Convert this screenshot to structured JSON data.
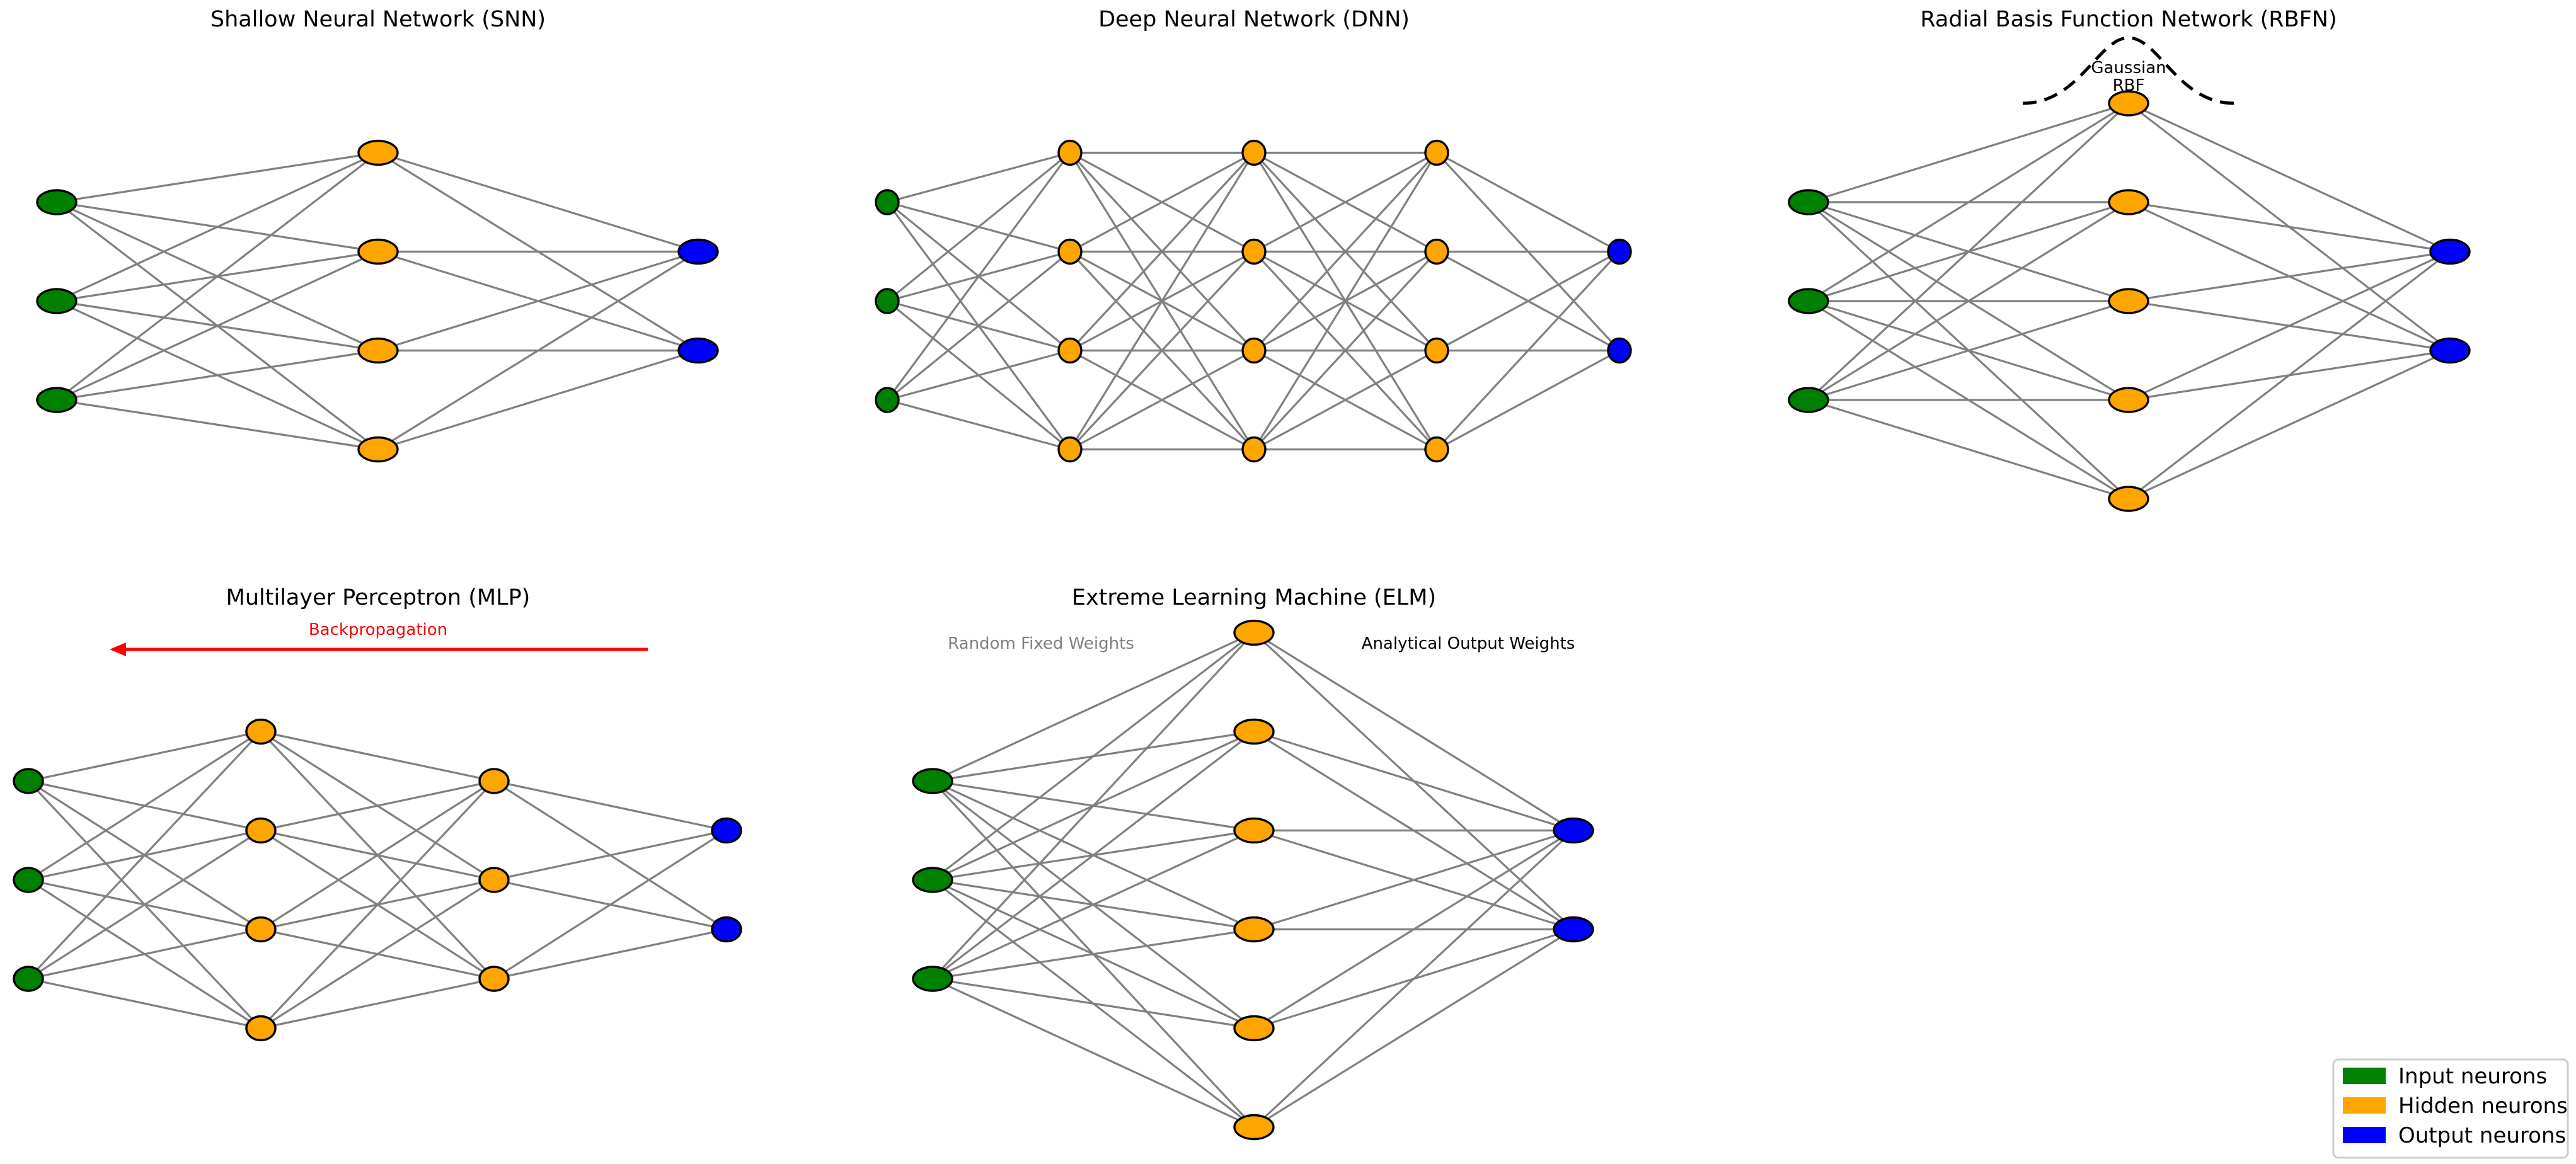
{
  "colors": {
    "input": "#008000",
    "hidden": "#FFA500",
    "output": "#0000FF",
    "edge": "#808080",
    "node_stroke": "#000000",
    "backprop": "#FF0000",
    "random_weights_text": "#808080",
    "analytical_text": "#000000",
    "rbf_curve": "#000000"
  },
  "networks": [
    {
      "id": "snn",
      "title": "Shallow Neural Network (SNN)",
      "layers": [
        3,
        4,
        2
      ]
    },
    {
      "id": "dnn",
      "title": "Deep Neural Network (DNN)",
      "layers": [
        3,
        4,
        4,
        4,
        2
      ]
    },
    {
      "id": "rbfn",
      "title": "Radial Basis Function Network (RBFN)",
      "layers": [
        3,
        5,
        2
      ],
      "annotation": {
        "text": "Gaussian RBF",
        "lines": [
          "Gaussian",
          "RBF"
        ]
      }
    },
    {
      "id": "mlp",
      "title": "Multilayer Perceptron (MLP)",
      "layers": [
        3,
        4,
        3,
        2
      ],
      "annotation": {
        "text": "Backpropagation"
      }
    },
    {
      "id": "elm",
      "title": "Extreme Learning Machine (ELM)",
      "layers": [
        3,
        6,
        2
      ],
      "annotations": {
        "left": "Random Fixed Weights",
        "right": "Analytical Output Weights"
      }
    }
  ],
  "legend": [
    {
      "label": "Input neurons",
      "color_key": "input"
    },
    {
      "label": "Hidden neurons",
      "color_key": "hidden"
    },
    {
      "label": "Output neurons",
      "color_key": "output"
    }
  ]
}
